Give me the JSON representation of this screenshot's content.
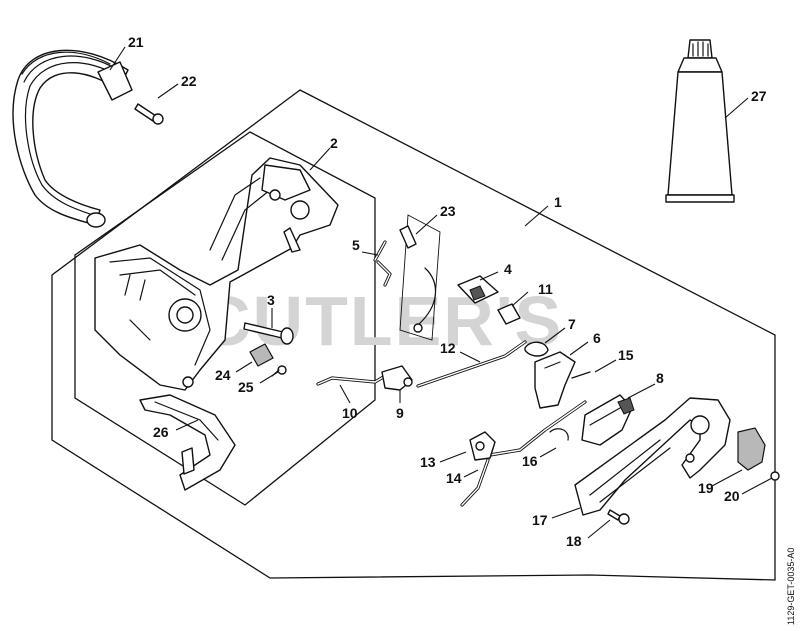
{
  "watermark": "CUTLER'S",
  "drawing_code": "1129-GET-0035-A0",
  "callouts": {
    "c1": "1",
    "c2": "2",
    "c3": "3",
    "c4": "4",
    "c5": "5",
    "c6": "6",
    "c7": "7",
    "c8": "8",
    "c9": "9",
    "c10": "10",
    "c11": "11",
    "c12": "12",
    "c13": "13",
    "c14": "14",
    "c15": "15",
    "c16": "16",
    "c17": "17",
    "c18": "18",
    "c19": "19",
    "c20": "20",
    "c21": "21",
    "c22": "22",
    "c23": "23",
    "c24": "24",
    "c25": "25",
    "c26": "26",
    "c27": "27"
  }
}
